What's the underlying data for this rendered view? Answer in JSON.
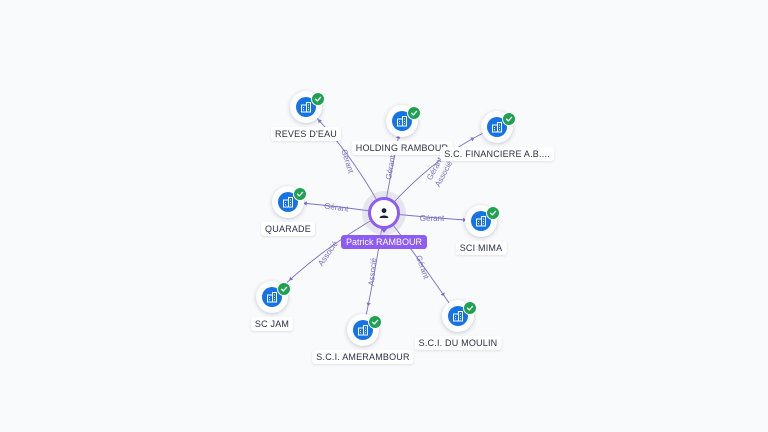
{
  "graph": {
    "colors": {
      "edge": "#7a6fc4",
      "center_accent": "#8d5cf2",
      "node_icon_bg": "#1673e6",
      "check_badge": "#1ea251"
    },
    "center": {
      "name": "Patrick RAMBOUR",
      "icon": "person-icon"
    },
    "nodes": [
      {
        "id": "reves",
        "name": "REVES D'EAU",
        "relation": "Gérant",
        "icon": "building-icon",
        "verified": true
      },
      {
        "id": "holding",
        "name": "HOLDING RAMBOUR",
        "relation": "Gérant",
        "icon": "building-icon",
        "verified": true
      },
      {
        "id": "financiere",
        "name": "S.C. FINANCIERE A.B....",
        "relation": "Gérant",
        "relation2": "Associé",
        "icon": "building-icon",
        "verified": true
      },
      {
        "id": "quarade",
        "name": "QUARADE",
        "relation": "Gérant",
        "icon": "building-icon",
        "verified": true
      },
      {
        "id": "scimima",
        "name": "SCI MIMA",
        "relation": "Gérant",
        "icon": "building-icon",
        "verified": true
      },
      {
        "id": "scjam",
        "name": "SC JAM",
        "relation": "Associé",
        "icon": "building-icon",
        "verified": true
      },
      {
        "id": "amerambour",
        "name": "S.C.I. AMERAMBOUR",
        "relation": "Associé",
        "icon": "building-icon",
        "verified": true
      },
      {
        "id": "dumoulin",
        "name": "S.C.I. DU MOULIN",
        "relation": "Gérant",
        "icon": "building-icon",
        "verified": true
      }
    ]
  }
}
